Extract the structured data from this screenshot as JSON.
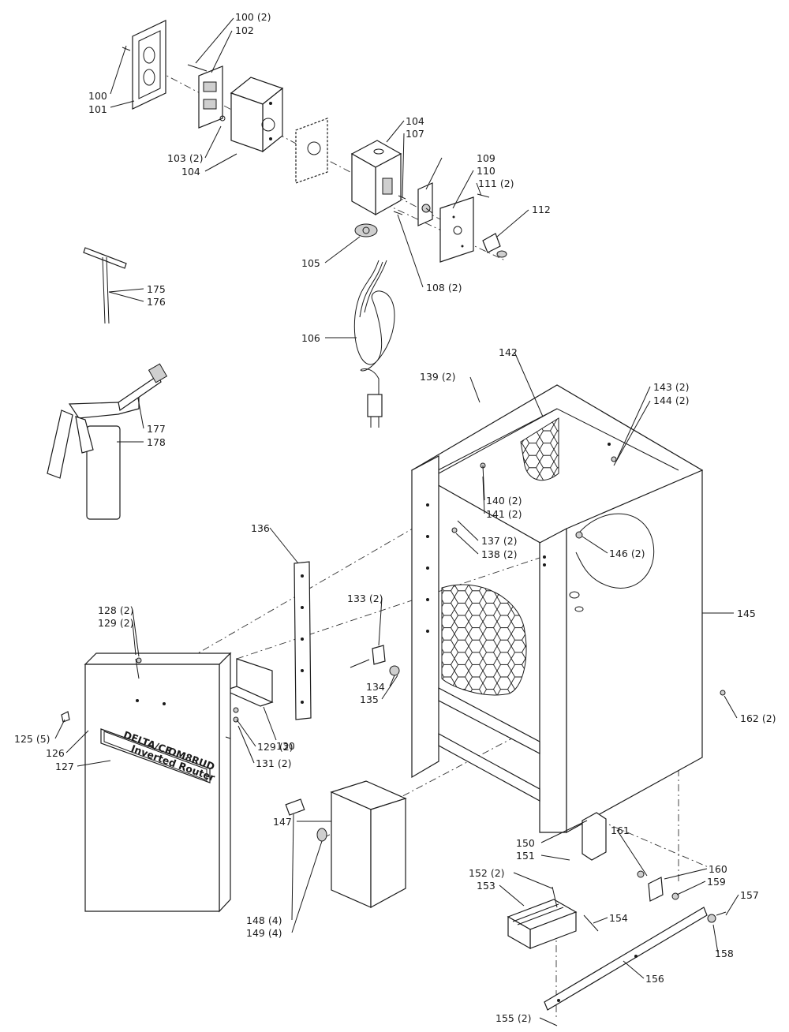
{
  "labels": [
    {
      "id": "l100a",
      "text": "100 (2)"
    },
    {
      "id": "l102",
      "text": "102"
    },
    {
      "id": "l100",
      "text": "100"
    },
    {
      "id": "l101",
      "text": "101"
    },
    {
      "id": "l103",
      "text": "103 (2)"
    },
    {
      "id": "l104a",
      "text": "104"
    },
    {
      "id": "l104b",
      "text": "104"
    },
    {
      "id": "l107",
      "text": "107"
    },
    {
      "id": "l109",
      "text": "109"
    },
    {
      "id": "l110",
      "text": "110"
    },
    {
      "id": "l111",
      "text": "111 (2)"
    },
    {
      "id": "l112",
      "text": "112"
    },
    {
      "id": "l105",
      "text": "105"
    },
    {
      "id": "l108",
      "text": "108 (2)"
    },
    {
      "id": "l175",
      "text": "175"
    },
    {
      "id": "l176",
      "text": "176"
    },
    {
      "id": "l106",
      "text": "106"
    },
    {
      "id": "l142",
      "text": "142"
    },
    {
      "id": "l139",
      "text": "139 (2)"
    },
    {
      "id": "l143",
      "text": "143 (2)"
    },
    {
      "id": "l144",
      "text": "144 (2)"
    },
    {
      "id": "l177",
      "text": "177"
    },
    {
      "id": "l178",
      "text": "178"
    },
    {
      "id": "l140",
      "text": "140 (2)"
    },
    {
      "id": "l141",
      "text": "141 (2)"
    },
    {
      "id": "l136",
      "text": "136"
    },
    {
      "id": "l137",
      "text": "137 (2)"
    },
    {
      "id": "l138",
      "text": "138 (2)"
    },
    {
      "id": "l146",
      "text": "146 (2)"
    },
    {
      "id": "l145",
      "text": "145"
    },
    {
      "id": "l128",
      "text": "128 (2)"
    },
    {
      "id": "l129a",
      "text": "129 (2)"
    },
    {
      "id": "l133",
      "text": "133 (2)"
    },
    {
      "id": "l134",
      "text": "134"
    },
    {
      "id": "l135",
      "text": "135"
    },
    {
      "id": "l162",
      "text": "162 (2)"
    },
    {
      "id": "l125",
      "text": "125 (5)"
    },
    {
      "id": "l126",
      "text": "126"
    },
    {
      "id": "l127",
      "text": "127"
    },
    {
      "id": "l130",
      "text": "130"
    },
    {
      "id": "l129b",
      "text": "129 (2)"
    },
    {
      "id": "l131",
      "text": "131 (2)"
    },
    {
      "id": "l147",
      "text": "147"
    },
    {
      "id": "l150",
      "text": "150"
    },
    {
      "id": "l151",
      "text": "151"
    },
    {
      "id": "l152",
      "text": "152 (2)"
    },
    {
      "id": "l153",
      "text": "153"
    },
    {
      "id": "l161",
      "text": "161"
    },
    {
      "id": "l160",
      "text": "160"
    },
    {
      "id": "l159",
      "text": "159"
    },
    {
      "id": "l157",
      "text": "157"
    },
    {
      "id": "l154",
      "text": "154"
    },
    {
      "id": "l158",
      "text": "158"
    },
    {
      "id": "l148",
      "text": "148 (4)"
    },
    {
      "id": "l149",
      "text": "149 (4)"
    },
    {
      "id": "l156",
      "text": "156"
    },
    {
      "id": "l155",
      "text": "155 (2)"
    }
  ],
  "nameplate": {
    "brand": "DELTA/CE",
    "model": "OM8RUD",
    "product": "Inverted Router"
  }
}
